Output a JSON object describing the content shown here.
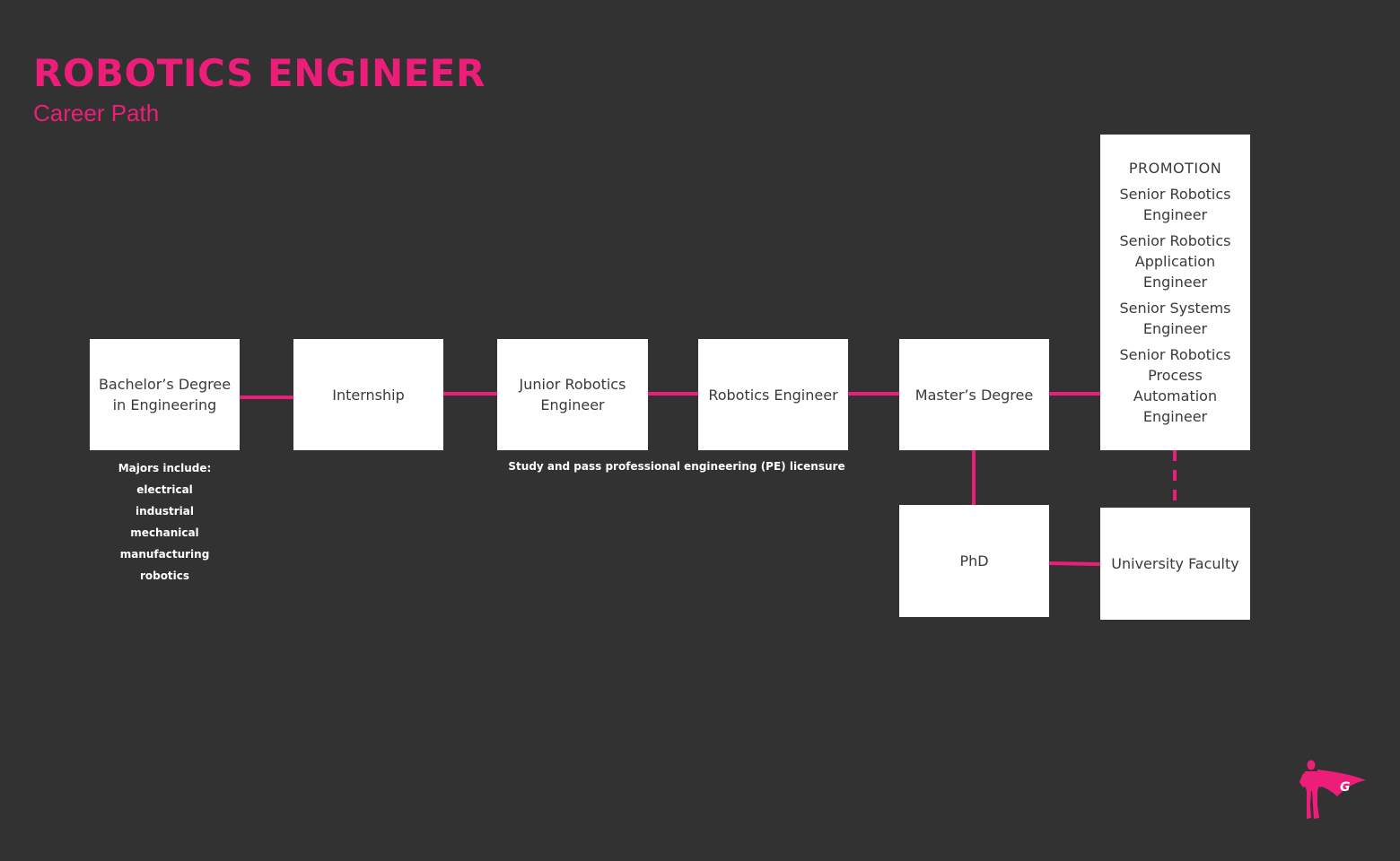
{
  "header": {
    "title": "ROBOTICS ENGINEER",
    "subtitle": "Career Path"
  },
  "nodes": {
    "bachelors": "Bachelor’s  Degree in Engineering",
    "internship": "Internship",
    "junior": "Junior Robotics Engineer",
    "engineer": "Robotics Engineer",
    "masters": "Master’s Degree",
    "phd": "PhD",
    "faculty": "University Faculty",
    "promotion": {
      "heading": "PROMOTION",
      "items": [
        "Senior Robotics Engineer",
        "Senior Robotics Application Engineer",
        "Senior Systems Engineer",
        "Senior Robotics Process Automation Engineer"
      ]
    }
  },
  "notes": {
    "majors_heading": "Majors include:",
    "majors": [
      "electrical",
      "industrial",
      "mechanical",
      "manufacturing",
      "robotics"
    ],
    "pe_licensure": "Study and pass professional engineering (PE) licensure"
  },
  "colors": {
    "background": "#323232",
    "accent": "#ed1e79",
    "box": "#ffffff",
    "box_text": "#3a3a3a"
  },
  "icons": {
    "logo": "superhero-g-logo-icon"
  }
}
